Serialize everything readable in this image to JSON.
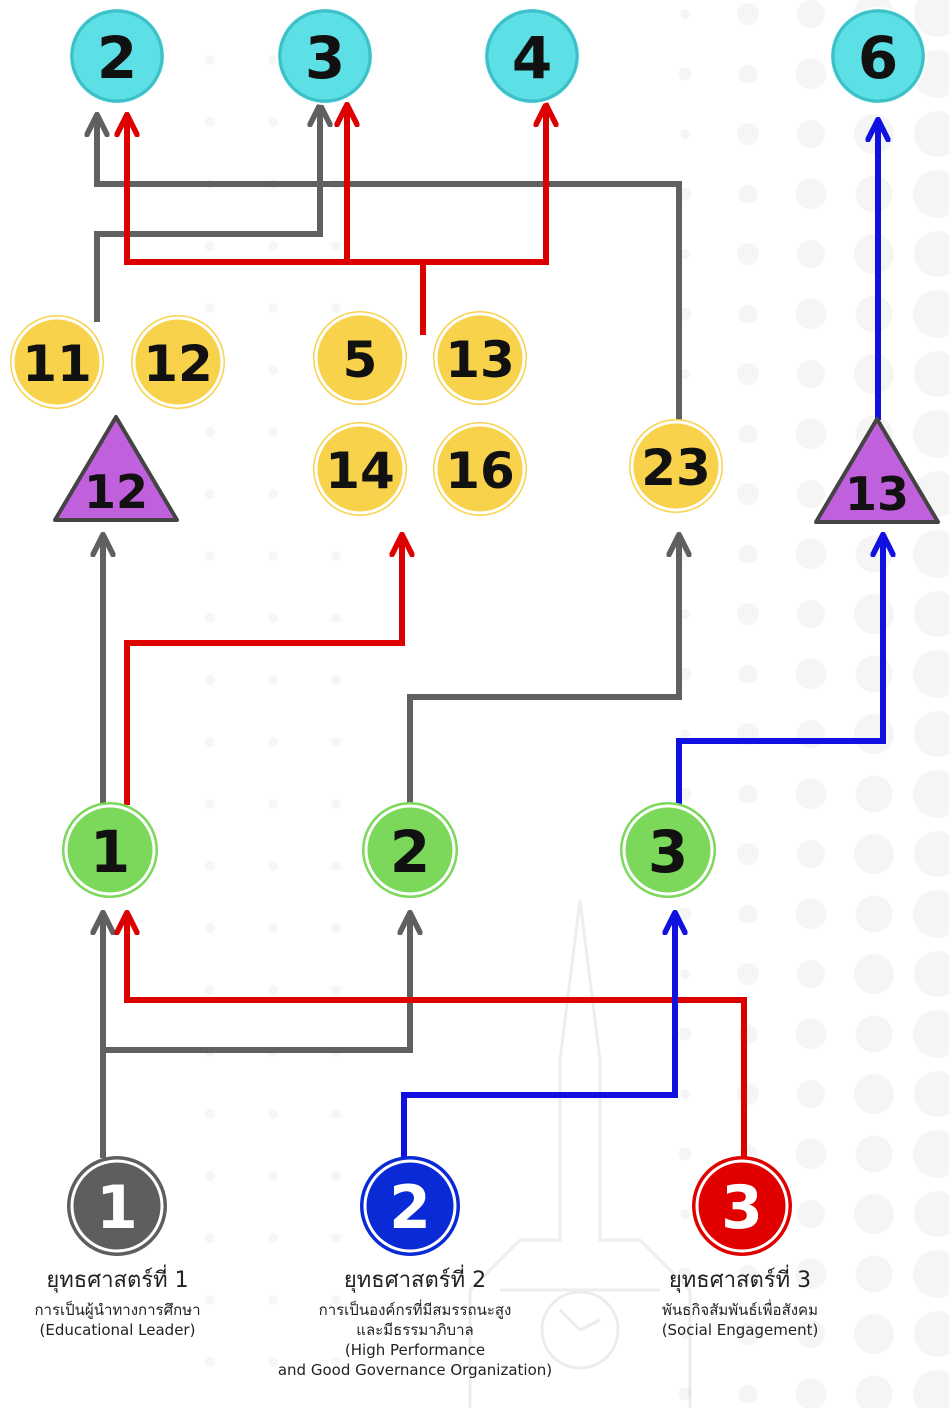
{
  "colors": {
    "gray": "#606060",
    "red": "#dd0000",
    "blue": "#1010e0",
    "cyan": "#5ce0e6",
    "yellow": "#f8d24a",
    "green": "#7bd85a",
    "purple": "#c060dd",
    "node_gray": "#5e5e5e",
    "node_blue": "#0a2ad6",
    "node_red": "#e00000"
  },
  "top_nodes": [
    "2",
    "3",
    "4",
    "6"
  ],
  "yellow_nodes": [
    "11",
    "12",
    "5",
    "13",
    "14",
    "16",
    "23"
  ],
  "triangle_nodes": [
    "12",
    "13"
  ],
  "green_nodes": [
    "1",
    "2",
    "3"
  ],
  "strategy_nodes": [
    "1",
    "2",
    "3"
  ],
  "strategies": [
    {
      "title": "ยุทธศาสตร์ที่ 1",
      "lines": [
        "การเป็นผู้นำทางการศึกษา",
        "(Educational Leader)"
      ]
    },
    {
      "title": "ยุทธศาสตร์ที่ 2",
      "lines": [
        "การเป็นองค์กรที่มีสมรรถนะสูง",
        "และมีธรรมาภิบาล",
        "(High Performance",
        "and Good Governance Organization)"
      ]
    },
    {
      "title": "ยุทธศาสตร์ที่ 3",
      "lines": [
        "พันธกิจสัมพันธ์เพื่อสังคม",
        "(Social Engagement)"
      ]
    }
  ]
}
